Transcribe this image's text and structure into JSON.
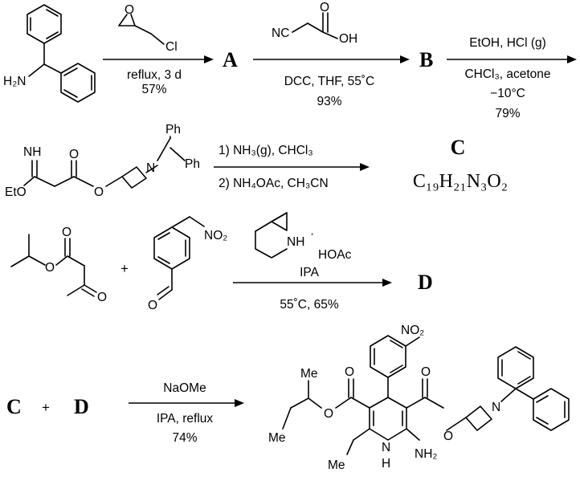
{
  "step1": {
    "reagent_cl": "Cl",
    "amine_label": "H₂N",
    "cond_top": "reflux, 3 d",
    "yield": "57%",
    "product": "A"
  },
  "step2": {
    "reagent_nc": "NC",
    "reagent_oh": "OH",
    "cond": "DCC, THF, 55˚C",
    "yield": "93%",
    "product": "B"
  },
  "step3": {
    "cond_top": "EtOH, HCl (g)",
    "cond_2": "CHCl₃, acetone",
    "cond_3": "−10°C",
    "yield": "79%"
  },
  "step4": {
    "imine": "NH",
    "ester_o": "O",
    "eto": "EtO",
    "o_link": "O",
    "n": "N",
    "ph1": "Ph",
    "ph2": "Ph",
    "cond1": "1) NH₃(g), CHCl₃",
    "cond2": "2) NH₄OAc, CH₃CN",
    "product": "C",
    "formula": "C₁₉H₂₁N₃O₂"
  },
  "step5": {
    "o1": "O",
    "o2": "O",
    "o3": "O",
    "plus": "+",
    "no2": "NO₂",
    "cho_o": "O",
    "nh": "NH",
    "salt_dot": "·",
    "hoac": "HOAc",
    "solvent": "IPA",
    "cond": "55˚C, 65%",
    "product": "D"
  },
  "step6": {
    "left1": "C",
    "plus": "+",
    "left2": "D",
    "reagent": "NaOMe",
    "cond": "IPA, reflux",
    "yield": "74%",
    "me_top": "Me",
    "me_left": "Me",
    "me_ring": "Me",
    "no2": "NO₂",
    "o_a": "O",
    "o_b": "O",
    "o_c": "O",
    "o_d": "O",
    "n_az": "N",
    "nh_n": "N",
    "nh_h": "H",
    "nh2": "NH₂"
  }
}
